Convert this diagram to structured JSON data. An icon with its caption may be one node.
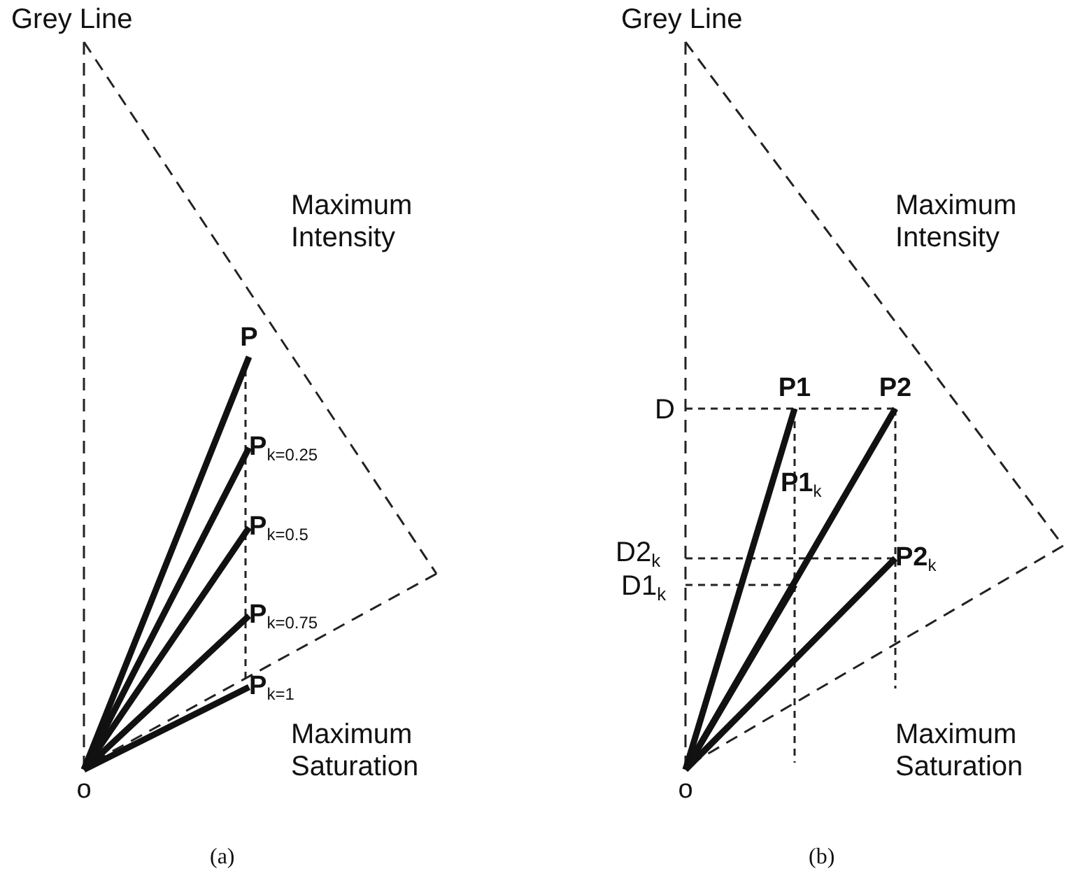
{
  "diagram": {
    "nodes": [
      {
        "text": [
          "o"
        ]
      },
      {
        "text": [
          "P"
        ]
      },
      {
        "text": [
          "P$_{k=0.25}$"
        ]
      },
      {
        "text": [
          "P$_{k=0.5}$"
        ]
      },
      {
        "text": [
          "P$_{k=0.75}$"
        ]
      },
      {
        "text": [
          "P$_{k=1}$"
        ]
      },
      {
        "text": [
          "o"
        ]
      },
      {
        "text": [
          "P1"
        ]
      },
      {
        "text": [
          "P2"
        ]
      },
      {
        "text": [
          "P1$_{k}$"
        ]
      },
      {
        "text": [
          "P2$_{k}$"
        ]
      }
    ],
    "edges": [
      {
        "from": 0,
        "to": 1,
        "arrow": "none"
      },
      {
        "from": 0,
        "to": 2,
        "arrow": "none"
      },
      {
        "from": 0,
        "to": 3,
        "arrow": "none"
      },
      {
        "from": 0,
        "to": 4,
        "arrow": "none"
      },
      {
        "from": 0,
        "to": 5,
        "arrow": "none"
      },
      {
        "from": 6,
        "to": 7,
        "arrow": "none"
      },
      {
        "from": 6,
        "to": 8,
        "arrow": "none"
      },
      {
        "from": 6,
        "to": 9,
        "arrow": "none"
      },
      {
        "from": 6,
        "to": 10,
        "arrow": "none"
      }
    ],
    "labels": [
      "Grey Line",
      "Maximum Intensity",
      "Maximum Saturation",
      "(a)",
      "Grey Line",
      "Maximum Intensity",
      "D",
      "D2$_{k}$",
      "D1$_{k}$",
      "Maximum Saturation",
      "(b)"
    ]
  }
}
